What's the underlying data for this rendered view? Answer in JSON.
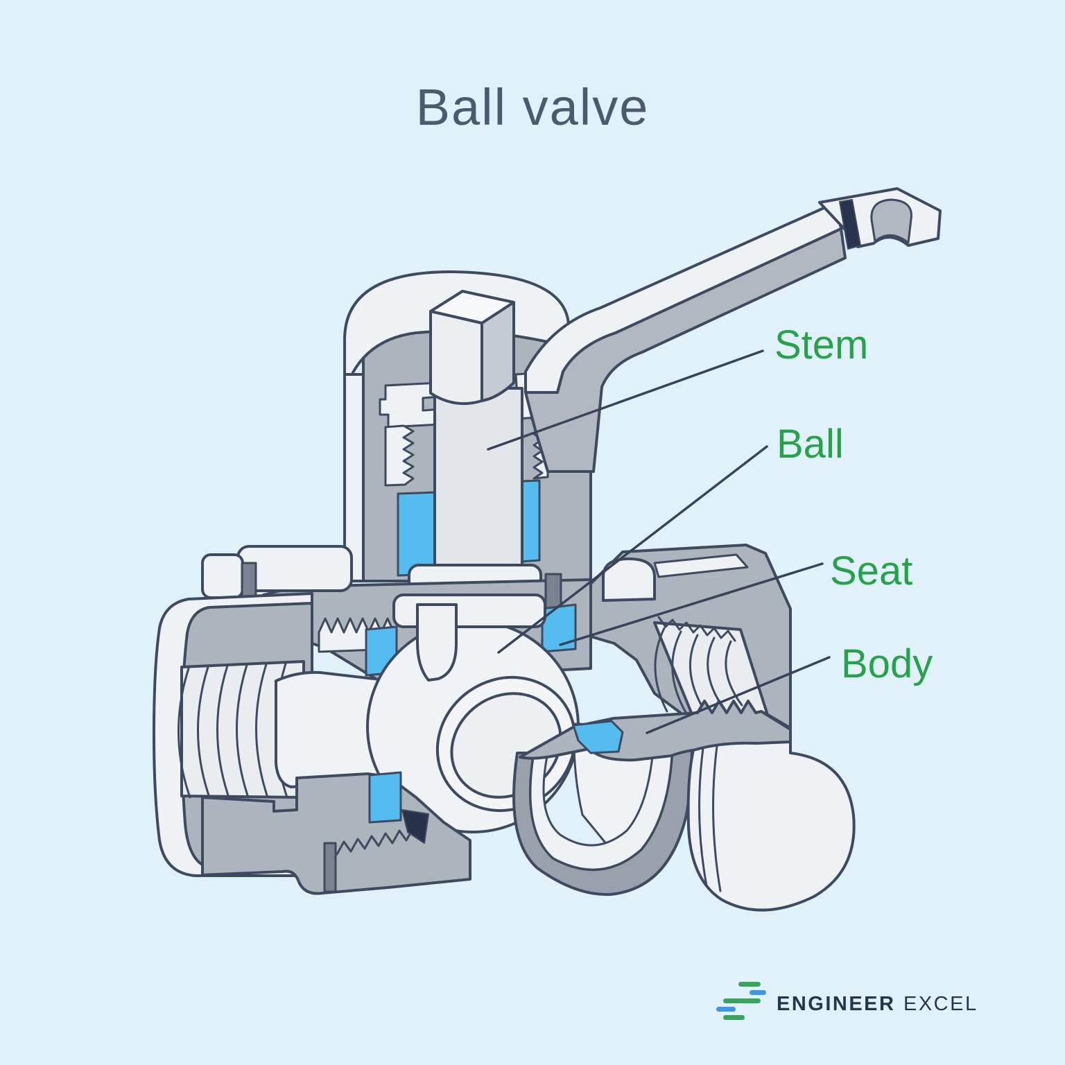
{
  "title": "Ball valve",
  "diagram": {
    "labels": {
      "stem": "Stem",
      "ball": "Ball",
      "seat": "Seat",
      "body": "Body"
    }
  },
  "logo": {
    "text_bold": "ENGINEER",
    "text_light": "EXCEL"
  },
  "colors": {
    "background": "#E0F1FA",
    "label_green": "#27A14C",
    "seat_blue": "#55BCF0",
    "outline": "#3D4A5F",
    "leader_line": "#36435B",
    "title_color": "#4B5A6C",
    "part_white": "#EFF2F5",
    "part_gray": "#ACB4BD",
    "logo_navy": "#24364B",
    "logo_green": "#3BA45C",
    "logo_blue": "#3E97E3"
  }
}
